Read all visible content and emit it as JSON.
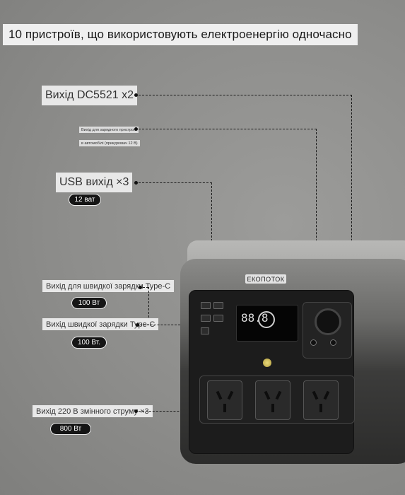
{
  "header": {
    "title": "10 пристроїв, що використовують електроенергію одночасно"
  },
  "device": {
    "brand": "ЕКОПОТОК",
    "screen_value": "88.8"
  },
  "callouts": {
    "dc": {
      "label": "Вихід DC5521 x2"
    },
    "car_line1": "Вихід для зарядного пристрою",
    "car_line2": "в автомобілі (прикурювач 12 В)",
    "usb": {
      "label": "USB вихід ×3",
      "badge": "12 ват"
    },
    "typec_fast1": {
      "label": "Вихід для швидкої зарядки Type-C",
      "badge": "100 Вт"
    },
    "typec_fast2": {
      "label": "Вихід швидкої зарядки Type-C",
      "badge": "100 Вт."
    },
    "ac": {
      "label": "Вихід 220 В змінного струму ×3",
      "badge": "800 Вт"
    }
  },
  "colors": {
    "background": "#8e8e8c",
    "label_bg": "#e8e8e8",
    "badge_bg": "#151515"
  }
}
